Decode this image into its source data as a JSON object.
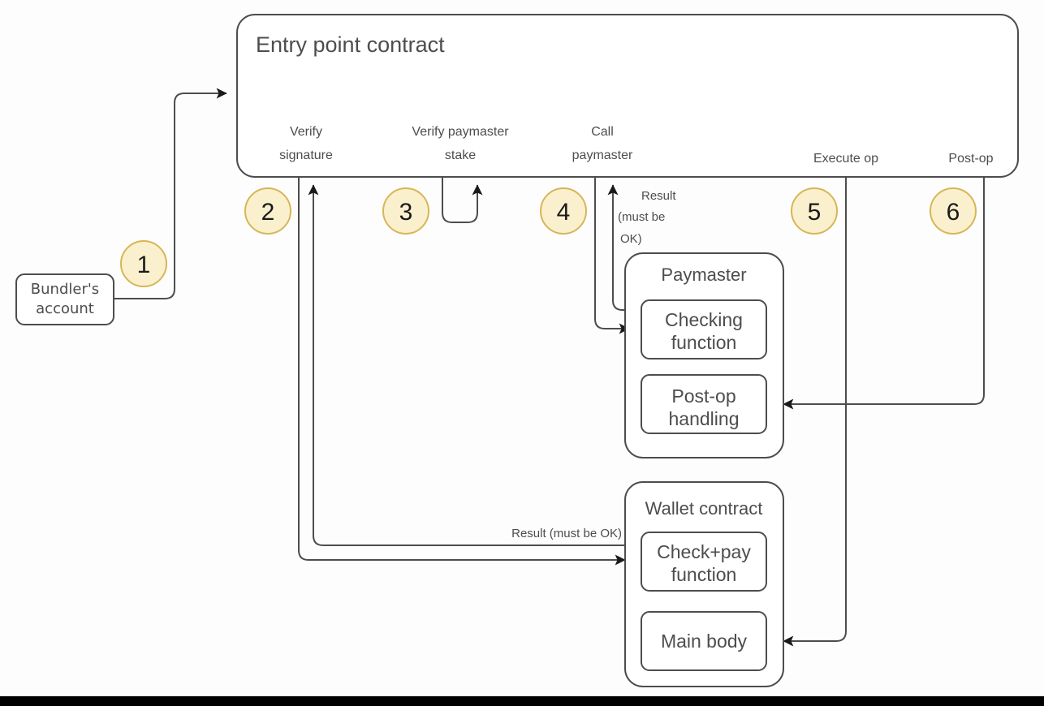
{
  "diagram": {
    "title": "Entry point contract",
    "entry_point": {
      "label": "Entry point contract",
      "ports": [
        {
          "id": "verify-signature",
          "label_line1": "Verify",
          "label_line2": "signature"
        },
        {
          "id": "verify-paymaster-stake",
          "label_line1": "Verify paymaster",
          "label_line2": "stake"
        },
        {
          "id": "call-paymaster",
          "label_line1": "Call",
          "label_line2": "paymaster"
        },
        {
          "id": "execute-op",
          "label_line1": "Execute op",
          "label_line2": ""
        },
        {
          "id": "post-op",
          "label_line1": "Post-op",
          "label_line2": ""
        }
      ]
    },
    "bundler": {
      "label_line1": "Bundler's",
      "label_line2": "account"
    },
    "paymaster": {
      "label": "Paymaster",
      "children": [
        {
          "id": "checking-function",
          "label_line1": "Checking",
          "label_line2": "function"
        },
        {
          "id": "post-op-handling",
          "label_line1": "Post-op",
          "label_line2": "handling"
        }
      ]
    },
    "wallet": {
      "label": "Wallet contract",
      "children": [
        {
          "id": "check-pay-function",
          "label_line1": "Check+pay",
          "label_line2": "function"
        },
        {
          "id": "main-body",
          "label_line1": "Main body",
          "label_line2": ""
        }
      ]
    },
    "badges": [
      {
        "id": "badge-1",
        "number": "1"
      },
      {
        "id": "badge-2",
        "number": "2"
      },
      {
        "id": "badge-3",
        "number": "3"
      },
      {
        "id": "badge-4",
        "number": "4"
      },
      {
        "id": "badge-5",
        "number": "5"
      },
      {
        "id": "badge-6",
        "number": "6"
      }
    ],
    "edge_labels": {
      "paymaster_result_line1": "Result",
      "paymaster_result_line2": "(must be",
      "paymaster_result_line3": "OK)",
      "wallet_result": "Result (must be OK)"
    },
    "colors": {
      "badge_fill": "#fbf0cd",
      "badge_stroke": "#d6b656",
      "stroke": "#4d4d4d",
      "text": "#4d4d4d",
      "background": "#fdfdfd",
      "bottom_bar": "#000000"
    }
  }
}
